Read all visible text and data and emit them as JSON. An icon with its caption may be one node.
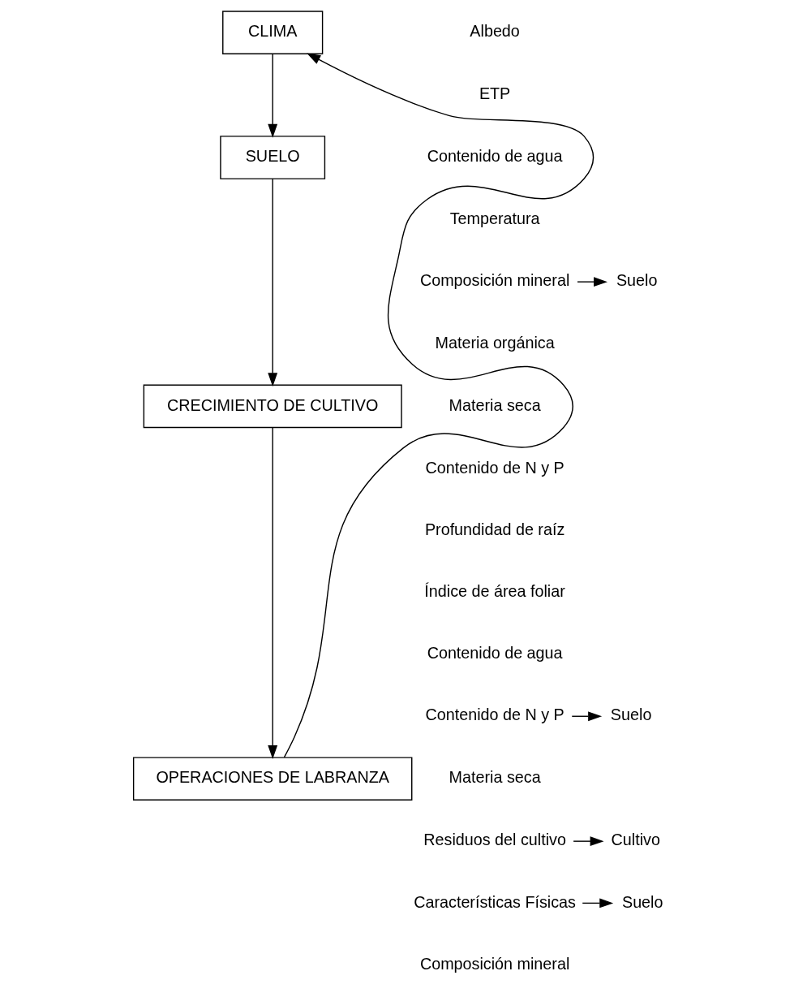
{
  "diagram": {
    "nodes": [
      {
        "text": [
          "CLIMA"
        ]
      },
      {
        "text": [
          "SUELO"
        ]
      },
      {
        "text": [
          "CRECIMIENTO DE CULTIVO"
        ]
      },
      {
        "text": [
          "OPERACIONES DE LABRANZA"
        ]
      },
      {
        "text": [
          "Composición mineral"
        ]
      },
      {
        "text": [
          "Suelo"
        ]
      },
      {
        "text": [
          "Contenido de N y P"
        ]
      },
      {
        "text": [
          "Suelo"
        ]
      },
      {
        "text": [
          "Residuos del cultivo"
        ]
      },
      {
        "text": [
          "Cultivo"
        ]
      },
      {
        "text": [
          "Características Físicas"
        ]
      },
      {
        "text": [
          "Suelo"
        ]
      }
    ],
    "edges": [
      {
        "from": 0,
        "to": 1,
        "arrow": "to"
      },
      {
        "from": 1,
        "to": 2,
        "arrow": "to"
      },
      {
        "from": 2,
        "to": 3,
        "arrow": "to"
      },
      {
        "from": 3,
        "to": 0,
        "arrow": "to"
      },
      {
        "from": 4,
        "to": 5,
        "arrow": "to"
      },
      {
        "from": 6,
        "to": 7,
        "arrow": "to"
      },
      {
        "from": 8,
        "to": 9,
        "arrow": "to"
      },
      {
        "from": 10,
        "to": 11,
        "arrow": "to"
      }
    ],
    "labels": [
      "Albedo",
      "ETP",
      "Contenido de agua",
      "Temperatura",
      "Materia orgánica",
      "Materia seca",
      "Contenido de N y P",
      "Profundidad de raíz",
      "Índice de área foliar",
      "Contenido de agua",
      "Materia seca",
      "Composición mineral"
    ]
  }
}
